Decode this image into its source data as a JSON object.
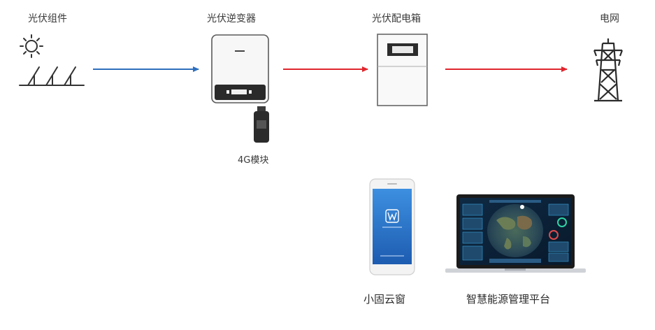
{
  "diagram": {
    "nodes": {
      "pv_module": {
        "label": "光伏组件",
        "icon": "solar-panel-icon"
      },
      "inverter": {
        "label": "光伏逆变器",
        "icon": "inverter-icon"
      },
      "distribution_box": {
        "label": "光伏配电箱",
        "icon": "distribution-box-icon"
      },
      "grid": {
        "label": "电网",
        "icon": "power-tower-icon"
      },
      "module_4g": {
        "label": "4G模块",
        "icon": "4g-dongle-icon"
      },
      "mobile_app": {
        "label": "小固云窗",
        "icon": "smartphone-icon"
      },
      "platform": {
        "label": "智慧能源管理平台",
        "icon": "laptop-icon"
      }
    },
    "edges": [
      {
        "from": "光伏组件",
        "to": "光伏逆变器",
        "color": "#2e6fbd"
      },
      {
        "from": "光伏逆变器",
        "to": "光伏配电箱",
        "color": "#e0262e"
      },
      {
        "from": "光伏配电箱",
        "to": "电网",
        "color": "#e0262e"
      }
    ]
  }
}
